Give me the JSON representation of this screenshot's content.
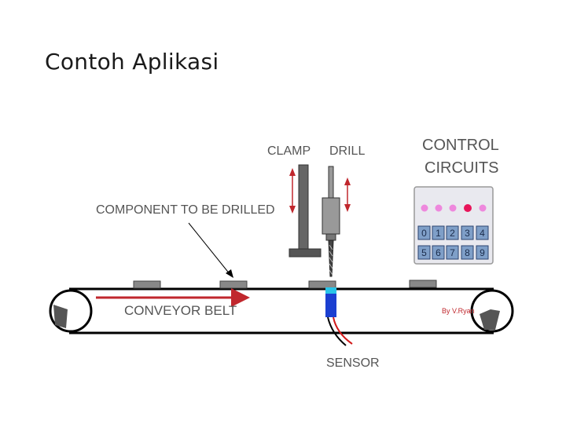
{
  "slide": {
    "title": "Contoh Aplikasi"
  },
  "diagram": {
    "labels": {
      "clamp": "CLAMP",
      "drill": "DRILL",
      "control_line1": "CONTROL",
      "control_line2": "CIRCUITS",
      "component": "COMPONENT TO BE DRILLED",
      "conveyor": "CONVEYOR BELT",
      "credit": "By V.Ryan",
      "sensor": "SENSOR"
    },
    "keypad": {
      "row1": [
        "0",
        "1",
        "2",
        "3",
        "4"
      ],
      "row2": [
        "5",
        "6",
        "7",
        "8",
        "9"
      ]
    },
    "colors": {
      "arrow_red": "#c0272d",
      "led_pink": "#ee88dd",
      "led_red": "#e8155a",
      "sensor_blue": "#1b3fd1",
      "keypad_blue": "#7f9fc8"
    }
  }
}
